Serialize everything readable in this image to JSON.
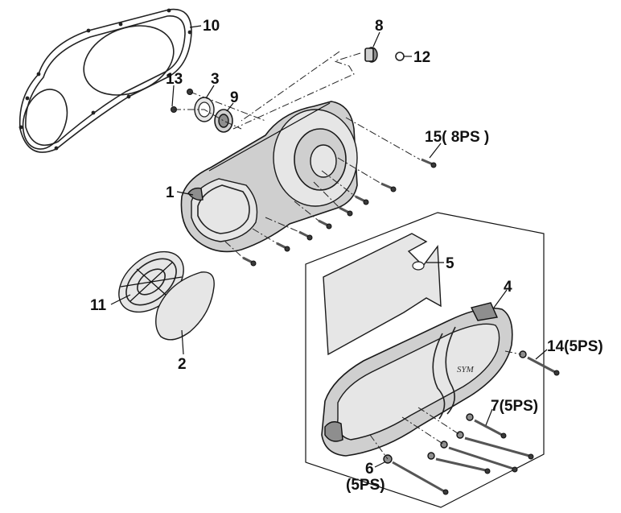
{
  "callouts": {
    "p1": "1",
    "p2": "2",
    "p3": "3",
    "p4": "4",
    "p5": "5",
    "p6": "6",
    "p6_qty": "(5PS)",
    "p7": "7(5PS)",
    "p8": "8",
    "p9": "9",
    "p10": "10",
    "p11": "11",
    "p12": "12",
    "p13": "13",
    "p14": "14(5PS)",
    "p15": "15( 8PS )"
  }
}
